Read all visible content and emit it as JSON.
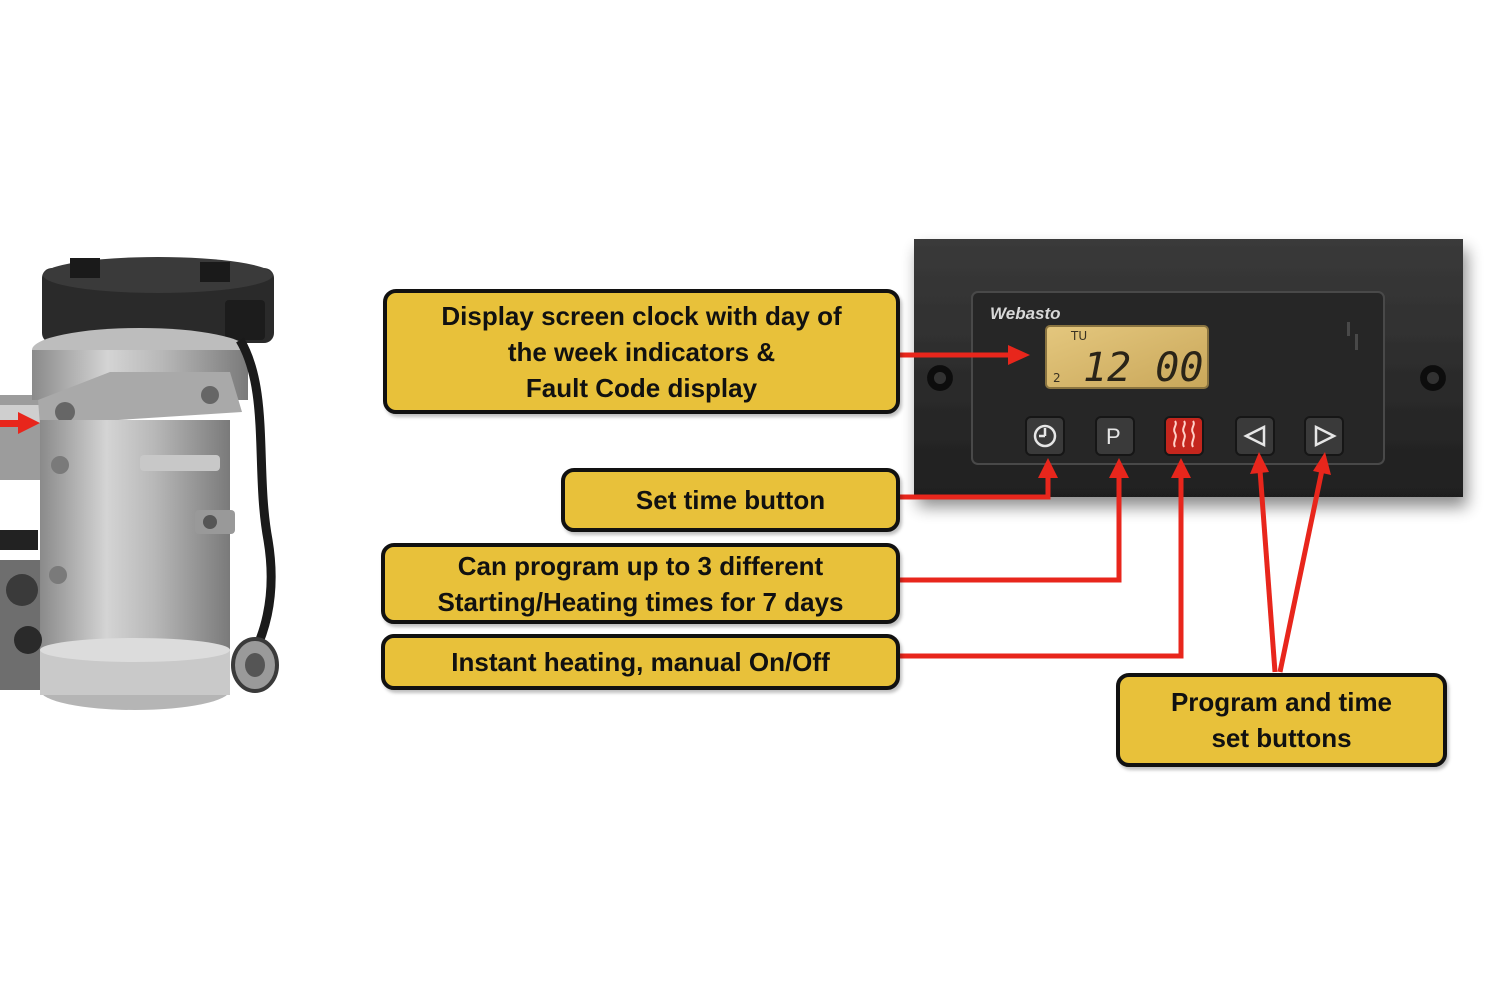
{
  "callouts": {
    "display": [
      "Display screen clock with day of",
      "the week indicators &",
      "Fault Code display"
    ],
    "set_time": [
      "Set time button"
    ],
    "program": [
      "Can program up to 3 different",
      "Starting/Heating times for 7 days"
    ],
    "instant": [
      "Instant heating, manual On/Off"
    ],
    "program_time": [
      "Program and time",
      "set buttons"
    ]
  },
  "device": {
    "brand": "Webasto",
    "lcd_time": "12 00",
    "lcd_day": "TU",
    "lcd_small": "2",
    "button_p_label": "P"
  },
  "icons": {
    "set_time": "clock-icon",
    "program": "p-letter",
    "instant": "heat-waves-icon",
    "left": "triangle-left-icon",
    "right": "triangle-right-icon"
  },
  "colors": {
    "callout_fill": "#e8c13a",
    "arrow": "#e8261c",
    "panel": "#2b2b2b",
    "lcd": "#d9b96a",
    "heat_button": "#c4261d"
  }
}
